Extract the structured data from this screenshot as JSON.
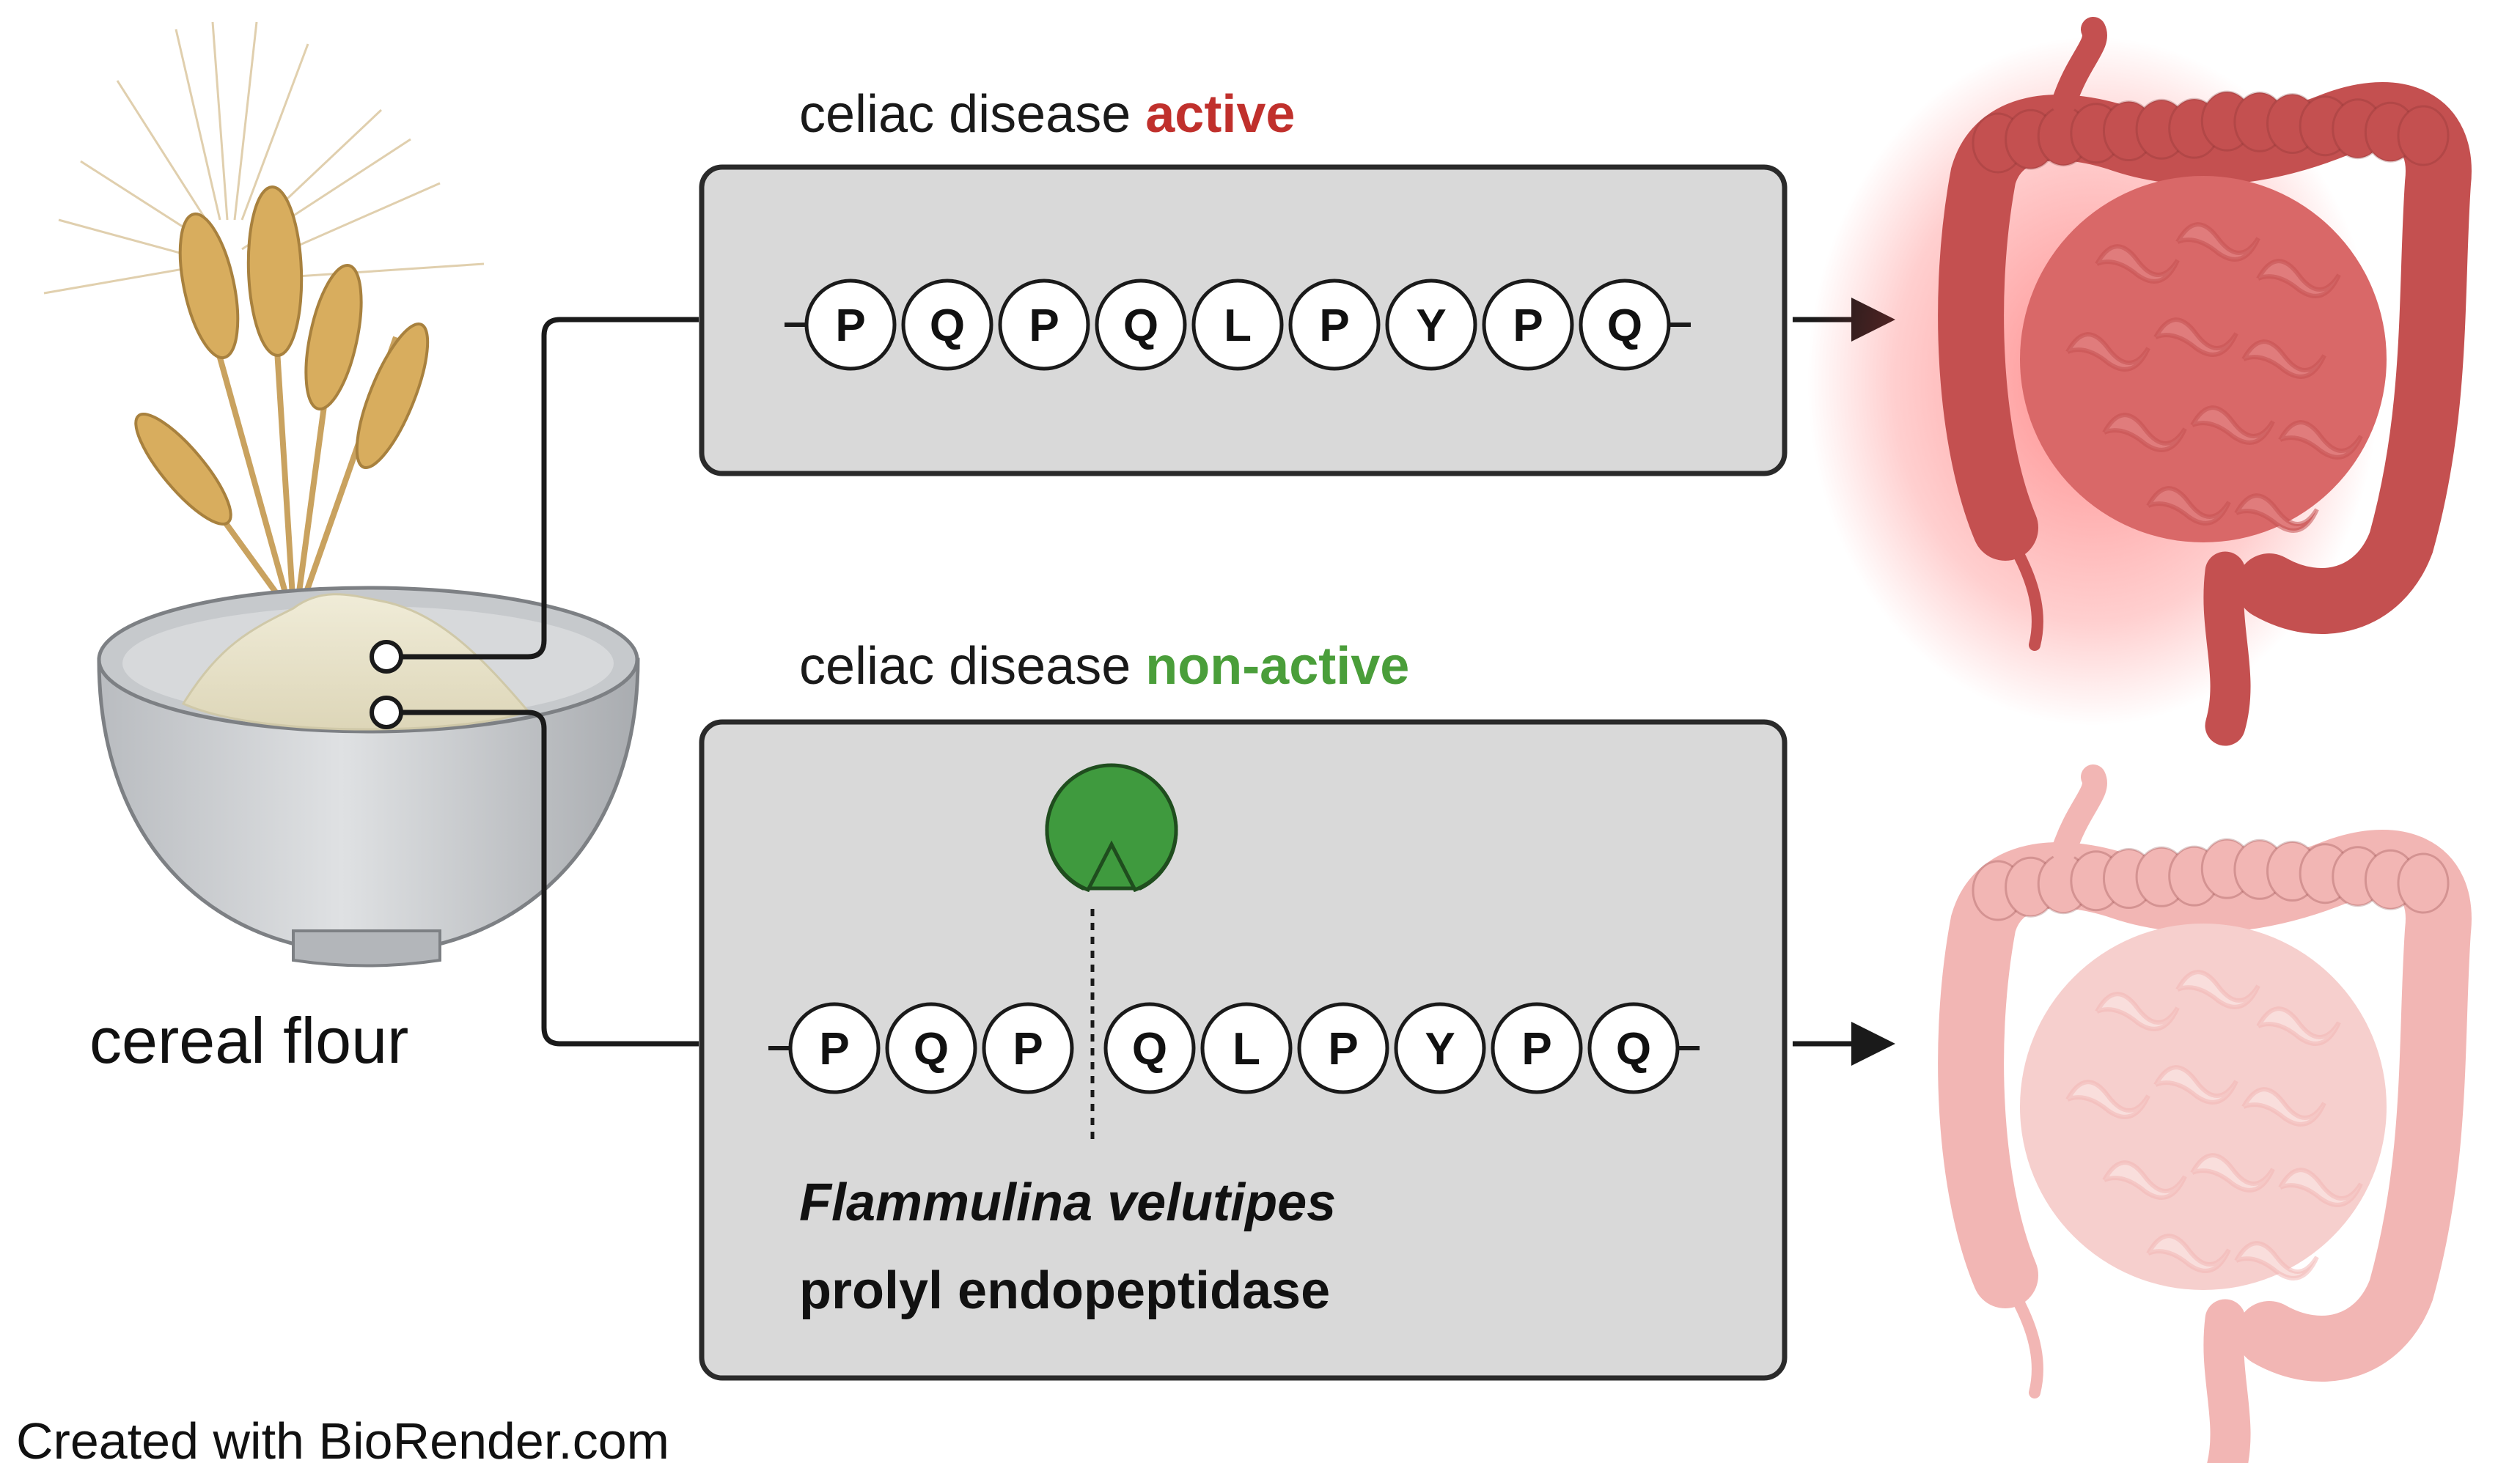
{
  "diagram": {
    "flour_label": "cereal flour",
    "credit": "Created with BioRender.com",
    "active_panel": {
      "prefix": "celiac disease ",
      "status": "active",
      "status_color": "#c0302c",
      "residues": [
        "P",
        "Q",
        "P",
        "Q",
        "L",
        "P",
        "Y",
        "P",
        "Q"
      ]
    },
    "inactive_panel": {
      "prefix": "celiac disease ",
      "status": "non-active",
      "status_color": "#4a9e3a",
      "residues_left": [
        "P",
        "Q",
        "P"
      ],
      "residues_right": [
        "Q",
        "L",
        "P",
        "Y",
        "P",
        "Q"
      ],
      "enzyme_species": "Flammulina velutipes",
      "enzyme_name": "prolyl endopeptidase",
      "enzyme_color": "#3f9a3e"
    },
    "colors": {
      "panel_fill": "#d9d9d9",
      "panel_stroke": "#2a2a2a",
      "inflamed_gut": "#c45050",
      "healthy_gut": "#f2b6b4"
    }
  }
}
